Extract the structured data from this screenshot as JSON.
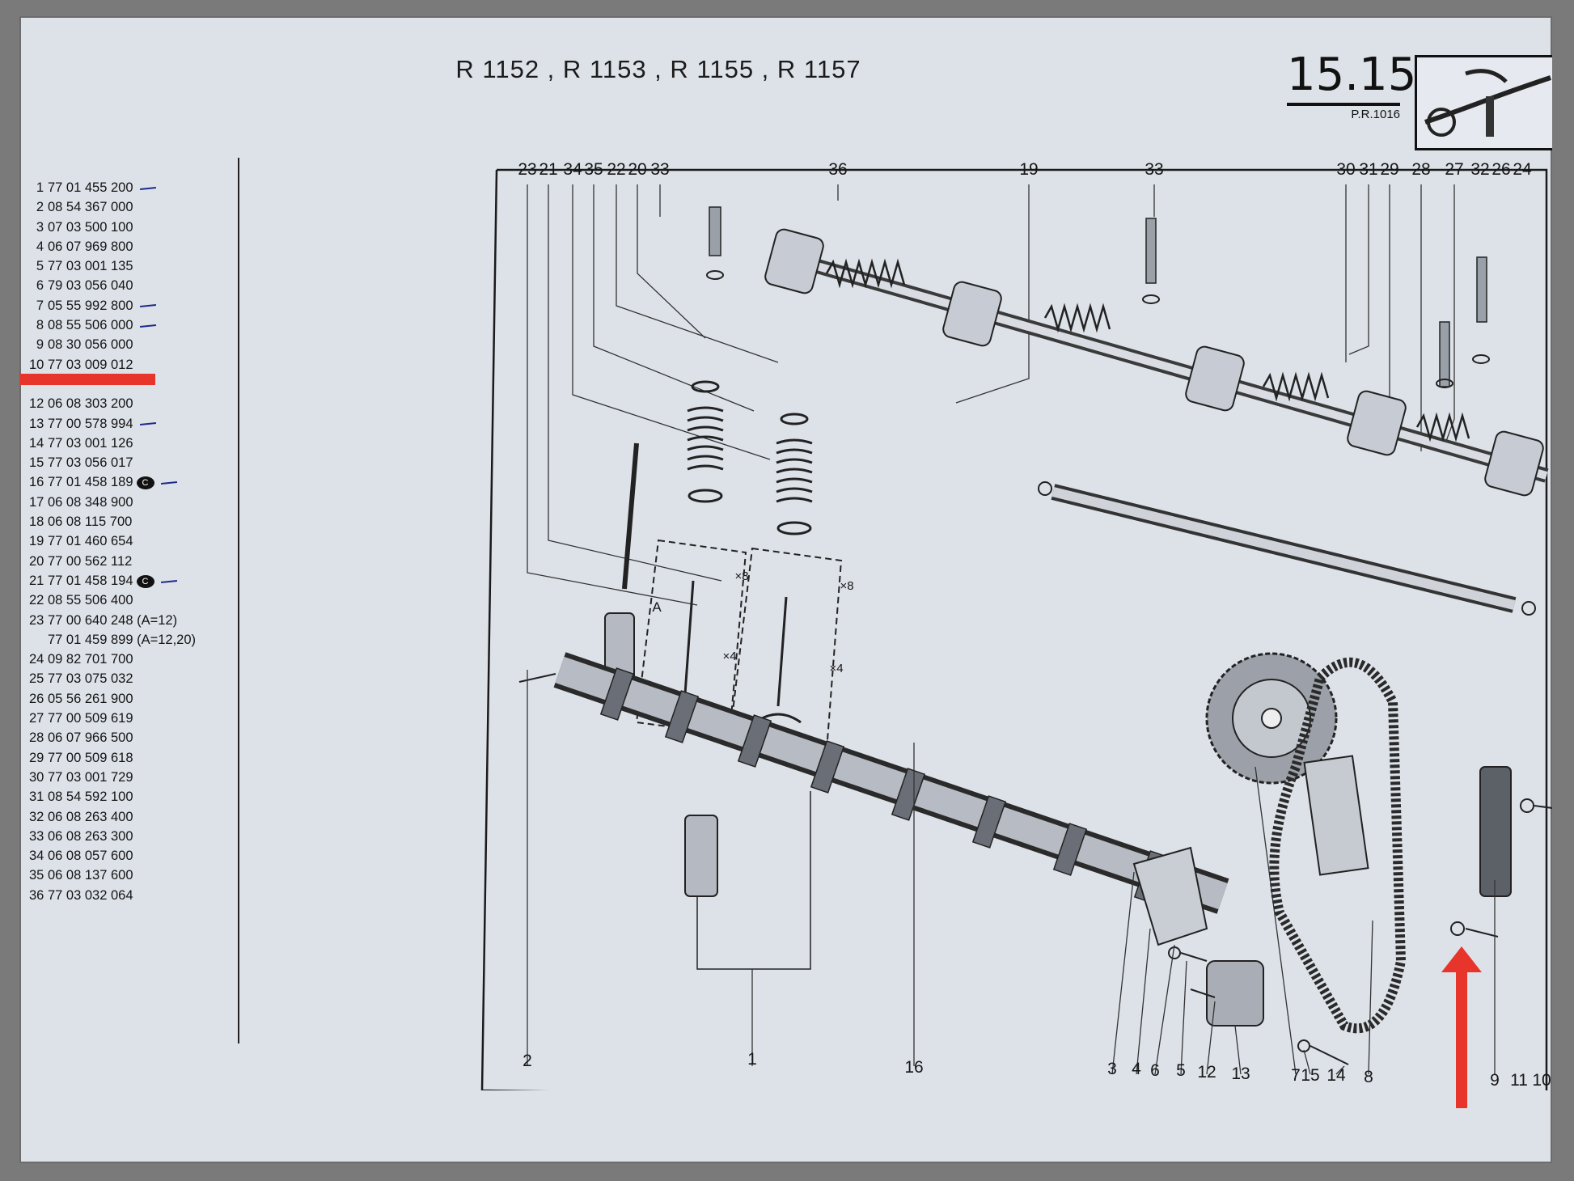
{
  "header": {
    "models": "R 1152 , R 1153 , R 1155 , R 1157",
    "page_number": "15.15",
    "reference": "P.R.1016"
  },
  "parts_list": [
    {
      "num": "1",
      "ref": "77 01 455 200",
      "mark": true
    },
    {
      "num": "2",
      "ref": "08 54 367 000"
    },
    {
      "num": "3",
      "ref": "07 03 500 100"
    },
    {
      "num": "4",
      "ref": "06 07 969 800"
    },
    {
      "num": "5",
      "ref": "77 03 001 135"
    },
    {
      "num": "6",
      "ref": "79 03 056 040"
    },
    {
      "num": "7",
      "ref": "05 55 992 800",
      "mark": true
    },
    {
      "num": "8",
      "ref": "08 55 506 000",
      "mark": true
    },
    {
      "num": "9",
      "ref": "08 30 056 000"
    },
    {
      "num": "10",
      "ref": "77 03 009 012"
    },
    {
      "num": "",
      "ref": ""
    },
    {
      "num": "12",
      "ref": "06 08 303 200"
    },
    {
      "num": "13",
      "ref": "77 00 578 994",
      "mark": true
    },
    {
      "num": "14",
      "ref": "77 03 001 126"
    },
    {
      "num": "15",
      "ref": "77 03 056 017"
    },
    {
      "num": "16",
      "ref": "77 01 458 189",
      "mark": true,
      "badge": "C"
    },
    {
      "num": "17",
      "ref": "06 08 348 900"
    },
    {
      "num": "18",
      "ref": "06 08 115 700"
    },
    {
      "num": "19",
      "ref": "77 01 460 654"
    },
    {
      "num": "20",
      "ref": "77 00 562 112"
    },
    {
      "num": "21",
      "ref": "77 01 458 194",
      "mark": true,
      "badge": "C"
    },
    {
      "num": "22",
      "ref": "08 55 506 400"
    },
    {
      "num": "23",
      "ref": "77 00 640 248 (A=12)"
    },
    {
      "num": "",
      "ref": "77 01 459 899 (A=12,20)"
    },
    {
      "num": "24",
      "ref": "09 82 701 700"
    },
    {
      "num": "25",
      "ref": "77 03 075 032"
    },
    {
      "num": "26",
      "ref": "05 56 261 900"
    },
    {
      "num": "27",
      "ref": "77 00 509 619"
    },
    {
      "num": "28",
      "ref": "06 07 966 500"
    },
    {
      "num": "29",
      "ref": "77 00 509 618"
    },
    {
      "num": "30",
      "ref": "77 03 001 729"
    },
    {
      "num": "31",
      "ref": "08 54 592 100"
    },
    {
      "num": "32",
      "ref": "06 08 263 400"
    },
    {
      "num": "33",
      "ref": "06 08 263 300"
    },
    {
      "num": "34",
      "ref": "06 08 057 600"
    },
    {
      "num": "35",
      "ref": "06 08 137 600"
    },
    {
      "num": "36",
      "ref": "77 03 032 064"
    }
  ],
  "callouts_top": [
    "23",
    "21",
    "34",
    "35",
    "22",
    "20",
    "33",
    "36",
    "19",
    "33",
    "30",
    "31",
    "29",
    "28",
    "27",
    "32",
    "26",
    "24"
  ],
  "callouts_bottom": [
    "2",
    "1",
    "16",
    "3",
    "4",
    "6",
    "5",
    "12",
    "13",
    "7",
    "15",
    "14",
    "8",
    "9",
    "11",
    "10"
  ],
  "qty_labels": [
    "×8",
    "×4",
    "×8",
    "×4",
    "A"
  ],
  "colors": {
    "paper": "#dde2e9",
    "ink": "#1a1a1a",
    "annotation_red": "#e8352c",
    "pen_blue": "#1c2a8a"
  }
}
